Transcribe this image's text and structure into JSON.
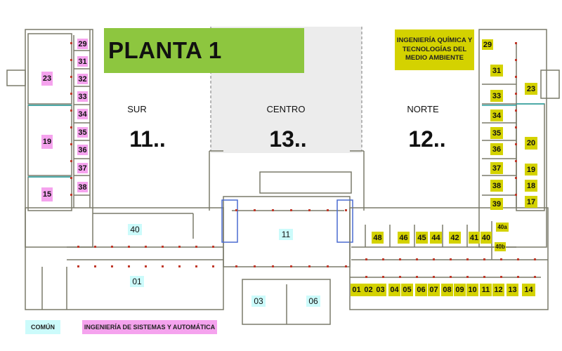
{
  "title": "PLANTA 1",
  "colors": {
    "title_bg": "#8dc63f",
    "quimica": "#d4d200",
    "sistemas": "#f5a3ee",
    "comun": "#ccfbfb",
    "wall": "#7a7a6a",
    "centro_band": "#ededed"
  },
  "legend": {
    "quimica": "INGENIERÍA QUÍMICA Y TECNOLOGÍAS DEL MEDIO AMBIENTE",
    "comun": "COMÚN",
    "sistemas": "INGENIERÍA DE SISTEMAS Y AUTOMÁTICA"
  },
  "zones": [
    {
      "name": "SUR",
      "prefix": "11.."
    },
    {
      "name": "CENTRO",
      "prefix": "13.."
    },
    {
      "name": "NORTE",
      "prefix": "12.."
    }
  ],
  "rooms": [
    {
      "label": "29",
      "dept": "sistemas"
    },
    {
      "label": "31",
      "dept": "sistemas"
    },
    {
      "label": "32",
      "dept": "sistemas"
    },
    {
      "label": "33",
      "dept": "sistemas"
    },
    {
      "label": "34",
      "dept": "sistemas"
    },
    {
      "label": "35",
      "dept": "sistemas"
    },
    {
      "label": "36",
      "dept": "sistemas"
    },
    {
      "label": "37",
      "dept": "sistemas"
    },
    {
      "label": "38",
      "dept": "sistemas"
    },
    {
      "label": "23",
      "dept": "sistemas"
    },
    {
      "label": "19",
      "dept": "sistemas"
    },
    {
      "label": "15",
      "dept": "sistemas"
    },
    {
      "label": "40",
      "dept": "comun"
    },
    {
      "label": "01",
      "dept": "comun"
    },
    {
      "label": "11",
      "dept": "comun"
    },
    {
      "label": "03",
      "dept": "comun"
    },
    {
      "label": "06",
      "dept": "comun"
    },
    {
      "label": "29",
      "dept": "quimica"
    },
    {
      "label": "31",
      "dept": "quimica"
    },
    {
      "label": "23",
      "dept": "quimica"
    },
    {
      "label": "33",
      "dept": "quimica"
    },
    {
      "label": "34",
      "dept": "quimica"
    },
    {
      "label": "35",
      "dept": "quimica"
    },
    {
      "label": "20",
      "dept": "quimica"
    },
    {
      "label": "36",
      "dept": "quimica"
    },
    {
      "label": "37",
      "dept": "quimica"
    },
    {
      "label": "19",
      "dept": "quimica"
    },
    {
      "label": "38",
      "dept": "quimica"
    },
    {
      "label": "18",
      "dept": "quimica"
    },
    {
      "label": "39",
      "dept": "quimica"
    },
    {
      "label": "17",
      "dept": "quimica"
    },
    {
      "label": "40a",
      "dept": "quimica"
    },
    {
      "label": "48",
      "dept": "quimica"
    },
    {
      "label": "46",
      "dept": "quimica"
    },
    {
      "label": "45",
      "dept": "quimica"
    },
    {
      "label": "44",
      "dept": "quimica"
    },
    {
      "label": "42",
      "dept": "quimica"
    },
    {
      "label": "41",
      "dept": "quimica"
    },
    {
      "label": "40",
      "dept": "quimica"
    },
    {
      "label": "40b",
      "dept": "quimica"
    },
    {
      "label": "01",
      "dept": "quimica"
    },
    {
      "label": "02",
      "dept": "quimica"
    },
    {
      "label": "03",
      "dept": "quimica"
    },
    {
      "label": "04",
      "dept": "quimica"
    },
    {
      "label": "05",
      "dept": "quimica"
    },
    {
      "label": "06",
      "dept": "quimica"
    },
    {
      "label": "07",
      "dept": "quimica"
    },
    {
      "label": "08",
      "dept": "quimica"
    },
    {
      "label": "09",
      "dept": "quimica"
    },
    {
      "label": "10",
      "dept": "quimica"
    },
    {
      "label": "11",
      "dept": "quimica"
    },
    {
      "label": "12",
      "dept": "quimica"
    },
    {
      "label": "13",
      "dept": "quimica"
    },
    {
      "label": "14",
      "dept": "quimica"
    }
  ]
}
